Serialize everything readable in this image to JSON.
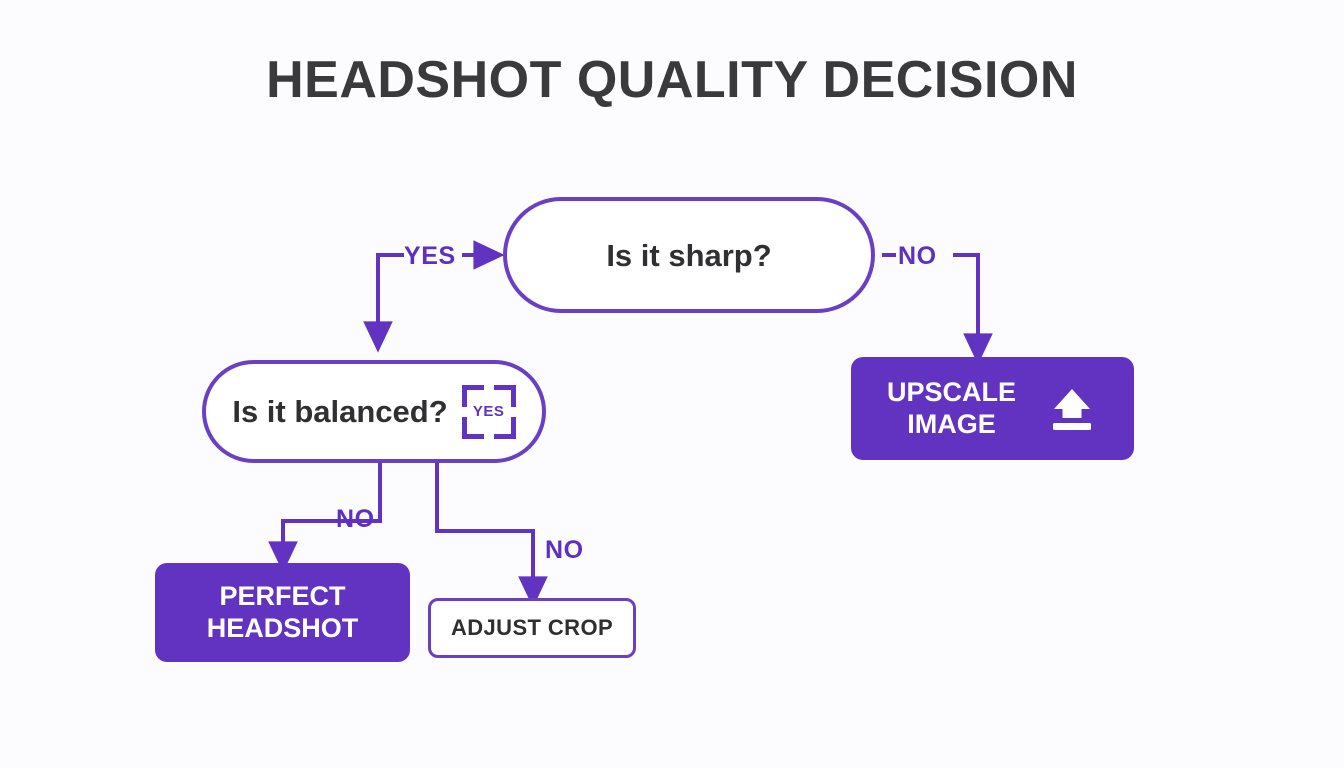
{
  "title": "HEADSHOT QUALITY DECISION",
  "colors": {
    "background": "#fcfcfe",
    "accent": "#6133c0",
    "accent_border": "#6b3fc4",
    "title_text": "#3a3a3c",
    "node_text": "#303032",
    "filled_text": "#ffffff"
  },
  "nodes": {
    "sharp": {
      "label": "Is it sharp?",
      "type": "decision"
    },
    "balanced": {
      "label": "Is it balanced?",
      "type": "decision",
      "badge": "YES",
      "badge_icon": "crop-frame-icon"
    },
    "upscale": {
      "label": "UPSCALE\nIMAGE",
      "type": "action-filled",
      "icon": "upload-arrow-icon"
    },
    "perfect": {
      "label": "PERFECT\nHEADSHOT",
      "type": "action-filled"
    },
    "adjust": {
      "label": "ADJUST CROP",
      "type": "action-outline"
    }
  },
  "edges": {
    "sharp_yes": "YES",
    "sharp_no": "NO",
    "balanced_no_left": "NO",
    "balanced_no_right": "NO"
  }
}
